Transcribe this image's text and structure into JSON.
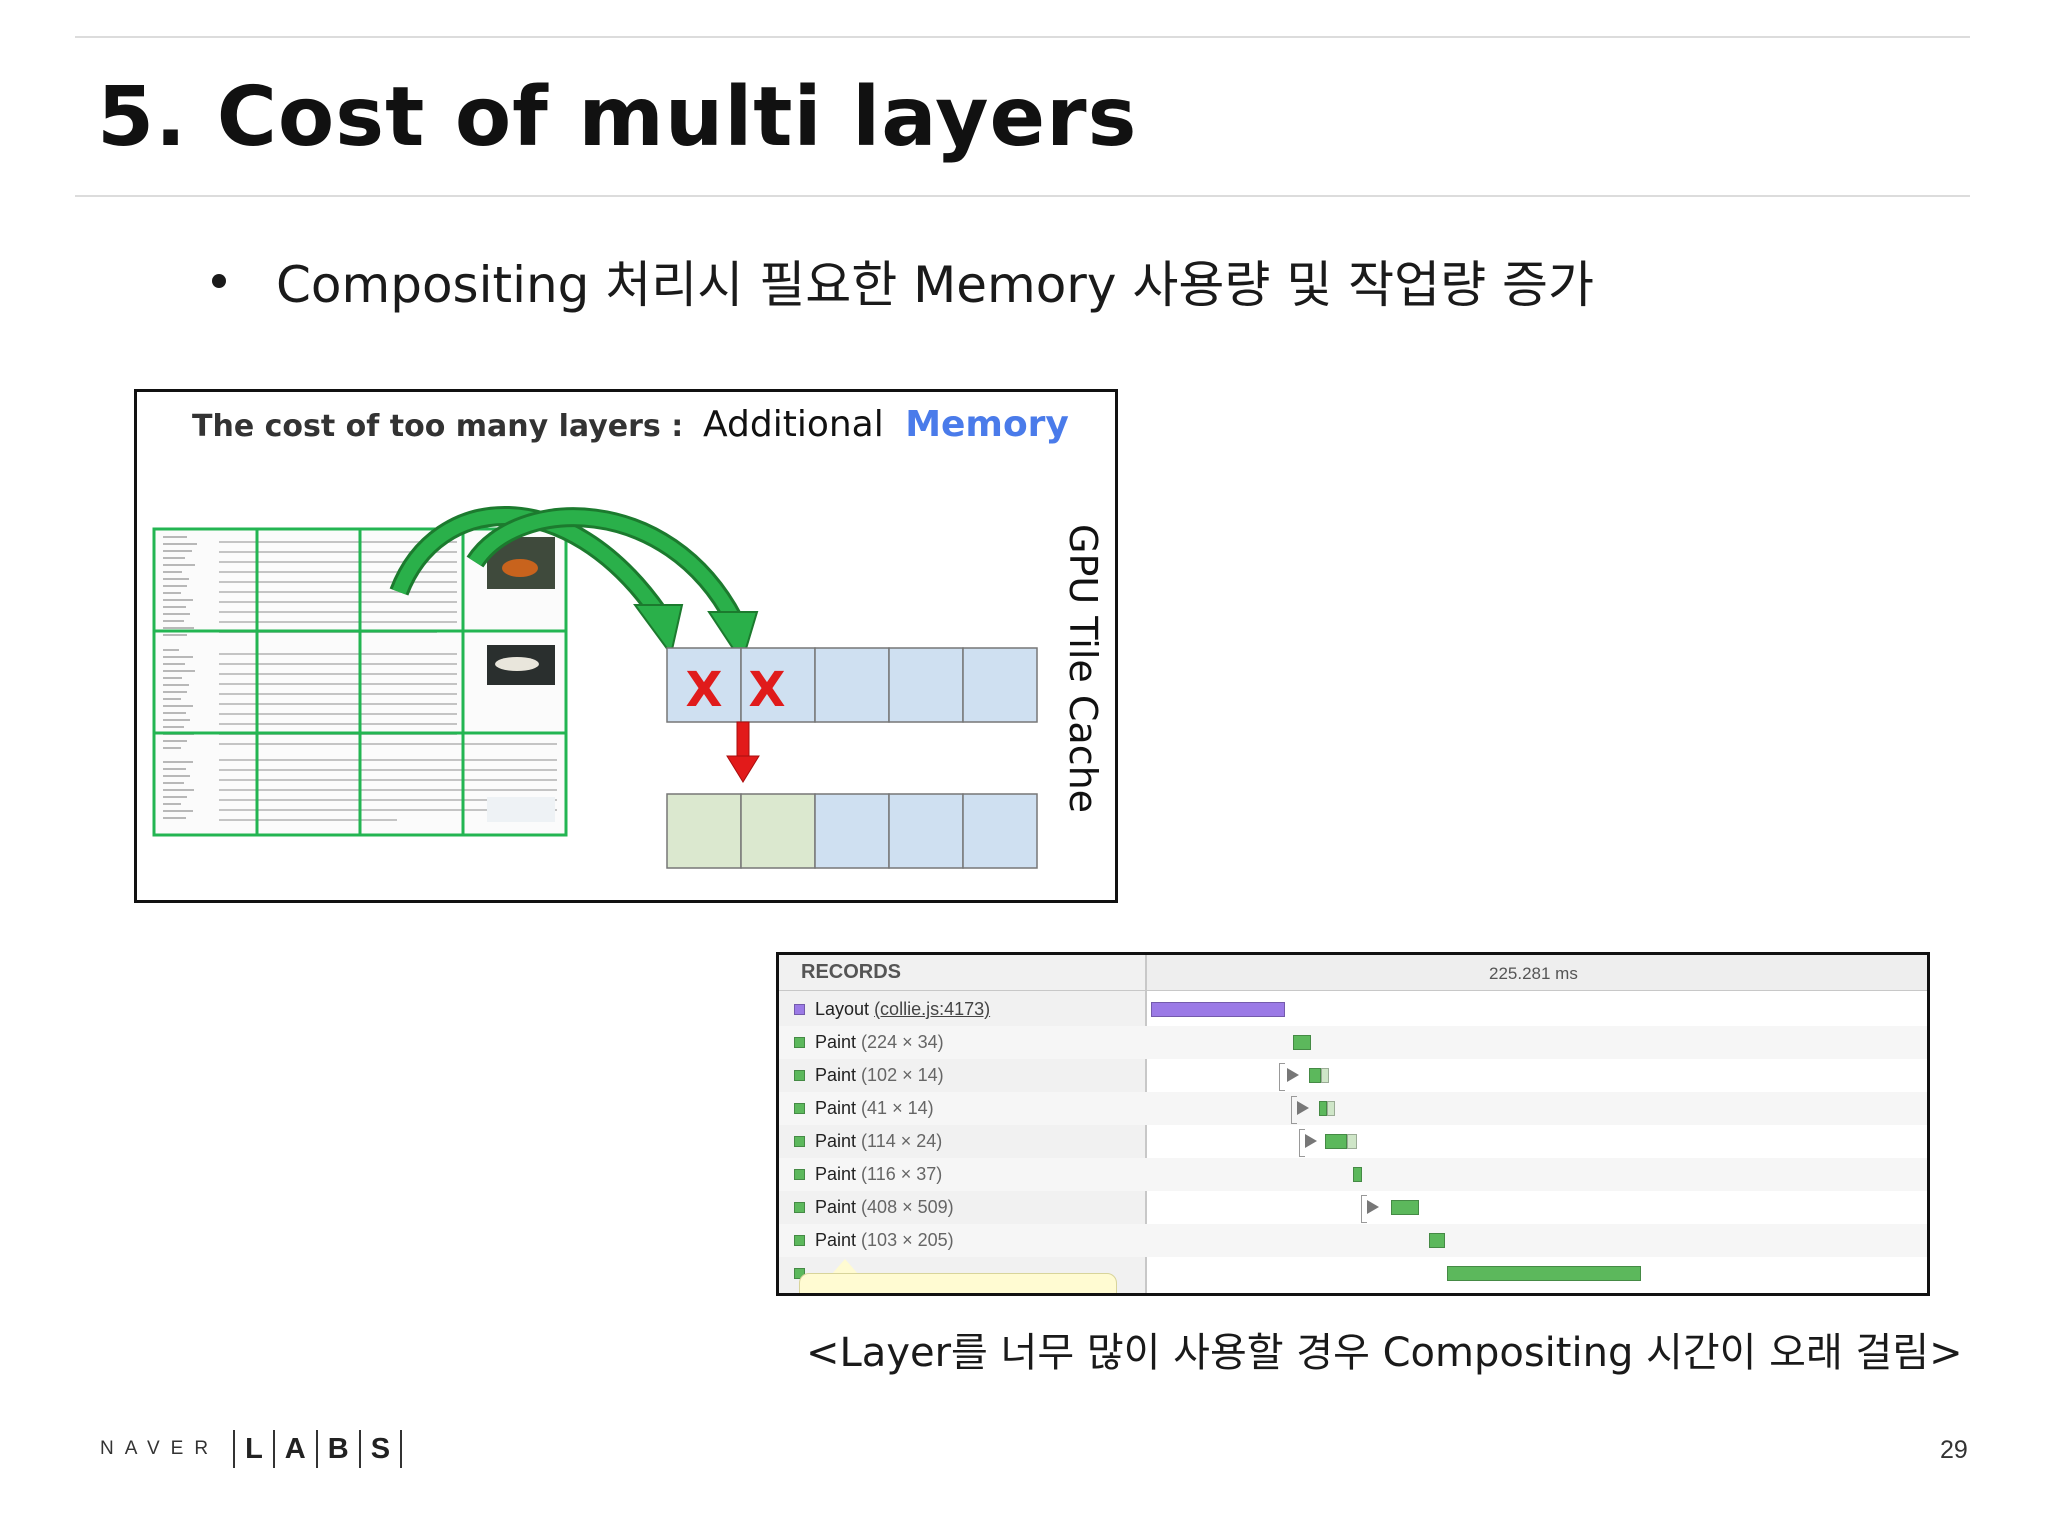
{
  "slide": {
    "title": "5. Cost of multi layers",
    "bullet": "Compositing 처리시 필요한 Memory 사용량 및 작업량 증가",
    "caption": "<Layer를 너무 많이 사용할 경우 Compositing 시간이 오래 걸림>",
    "page_number": "29"
  },
  "figure1": {
    "heading": "The cost of too many layers :",
    "heading_part2": "Additional",
    "heading_highlight": "Memory",
    "side_label": "GPU Tile Cache",
    "marks": [
      "X",
      "X"
    ],
    "colors": {
      "highlight": "#4a7bea",
      "arrow": "#1f9e3a",
      "tile_blue": "#cfe0f1",
      "tile_green": "#dbe8cf",
      "mark_red": "#e01b1b"
    }
  },
  "timeline": {
    "header": "RECORDS",
    "time_label": "225.281 ms",
    "records": [
      {
        "name": "Layout",
        "detail": "(collie.js:4173)",
        "color": "#9b7ae6"
      },
      {
        "name": "Paint",
        "detail": "(224 × 34)",
        "color": "#5cb85c"
      },
      {
        "name": "Paint",
        "detail": "(102 × 14)",
        "color": "#5cb85c"
      },
      {
        "name": "Paint",
        "detail": "(41 × 14)",
        "color": "#5cb85c"
      },
      {
        "name": "Paint",
        "detail": "(114 × 24)",
        "color": "#5cb85c"
      },
      {
        "name": "Paint",
        "detail": "(116 × 37)",
        "color": "#5cb85c"
      },
      {
        "name": "Paint",
        "detail": "(408 × 509)",
        "color": "#5cb85c"
      },
      {
        "name": "Paint",
        "detail": "(103 × 205)",
        "color": "#5cb85c"
      }
    ]
  },
  "logo": {
    "naver": "NAVER",
    "labs": [
      "L",
      "A",
      "B",
      "S"
    ]
  }
}
